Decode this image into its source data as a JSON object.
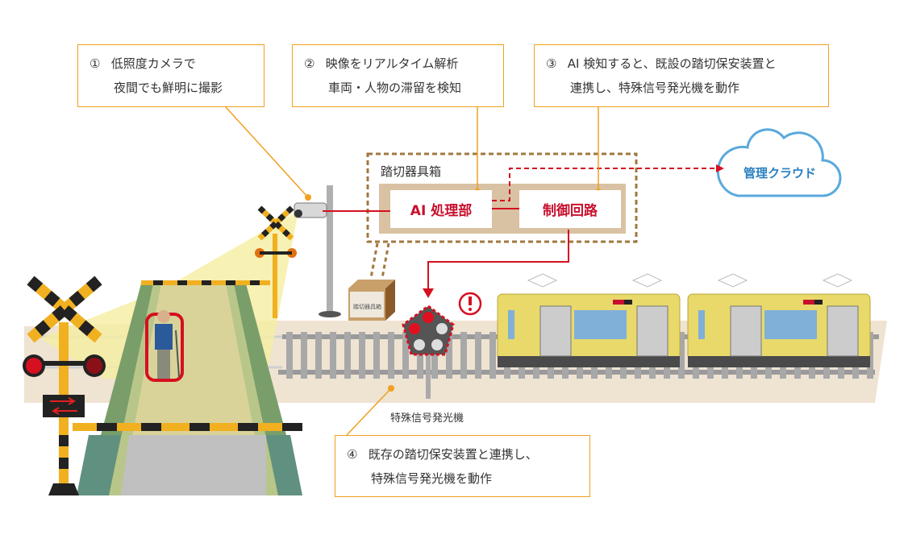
{
  "callouts": [
    {
      "num": "①",
      "line1": "低照度カメラで",
      "line2": "夜間でも鮮明に撮影"
    },
    {
      "num": "②",
      "line1": "映像をリアルタイム解析",
      "line2": "車両・人物の滞留を検知"
    },
    {
      "num": "③",
      "line1": "AI 検知すると、既設の踏切保安装置と",
      "line2": "連携し、特殊信号発光機を動作"
    },
    {
      "num": "④",
      "line1": "既存の踏切保安装置と連携し、",
      "line2": "特殊信号発光機を動作"
    }
  ],
  "equipment_box": {
    "title": "踏切器具箱",
    "ai_unit": "AI 処理部",
    "control_circuit": "制御回路",
    "small_box_label": "踏切器具箱"
  },
  "cloud": {
    "label": "管理クラウド"
  },
  "signal_label": "特殊信号発光機",
  "colors": {
    "accent": "#f0a020",
    "red": "#c8102e",
    "tan": "#d9c2a3",
    "cloud": "#5aa9dd",
    "train": "#e8d96a"
  }
}
